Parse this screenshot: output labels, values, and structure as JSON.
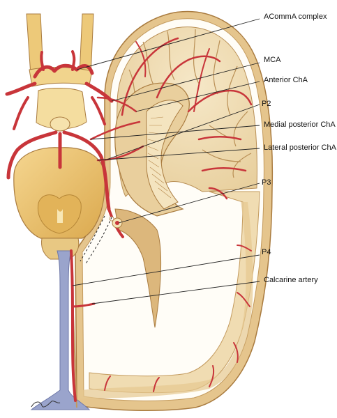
{
  "labels": {
    "acomma": "ACommA complex",
    "mca": "MCA",
    "anterior_cha": "Anterior ChA",
    "p2": "P2",
    "medial_posterior_cha": "Medial posterior ChA",
    "lateral_posterior_cha": "Lateral posterior ChA",
    "p3": "P3",
    "p4": "P4",
    "calcarine": "Calcarine artery"
  },
  "signature": "B.Kus",
  "colors": {
    "artery": "#c8353a",
    "artery_dark": "#9a1f25",
    "brain_cream": "#f1dfb9",
    "brain_tan": "#d9b77f",
    "brain_shadow": "#b98f55",
    "brainstem_yellow": "#edc573",
    "brainstem_dark": "#c9963d",
    "ventricle_blue": "#9aa4cc",
    "leader_line": "#222222"
  }
}
